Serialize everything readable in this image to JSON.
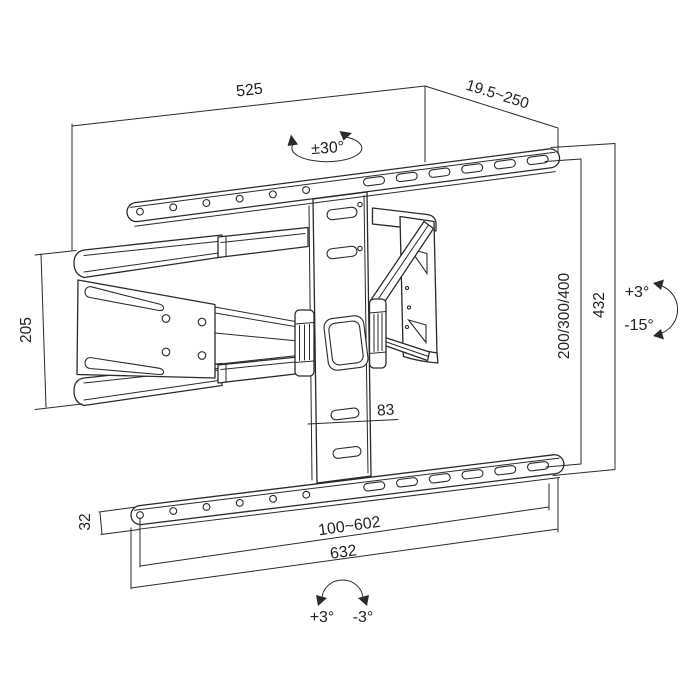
{
  "diagram": {
    "labels": {
      "top_width": "525",
      "wall_distance_range": "19.5~250",
      "swivel_angle": "±30°",
      "wall_plate_height": "205",
      "vesa_vertical_patterns": "200/300/400",
      "bracket_total_height": "432",
      "tilt_up": "+3°",
      "tilt_down": "-15°",
      "rail_column_width": "83",
      "bar_thickness": "32",
      "horizontal_hole_span": "100~602",
      "bar_total_length": "632",
      "level_adjust_plus": "+3°",
      "level_adjust_minus": "-3°"
    },
    "colors": {
      "line": "#2d292a",
      "text": "#231f20",
      "background": "#ffffff"
    }
  }
}
